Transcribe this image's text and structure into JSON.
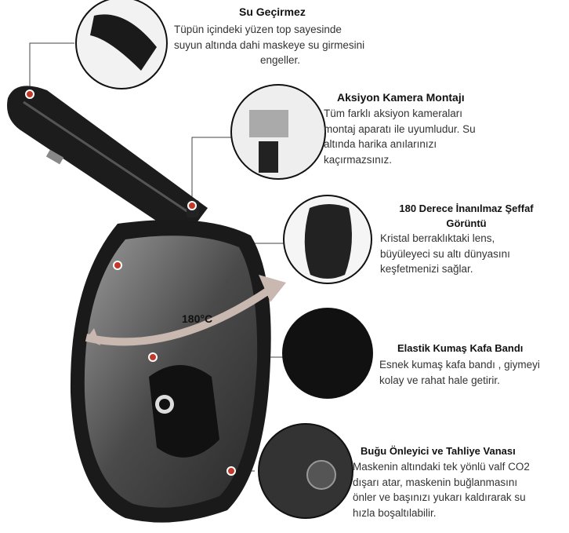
{
  "features": [
    {
      "title": "Su Geçirmez",
      "lines": [
        "Tüpün içindeki yüzen top sayesinde",
        "suyun altında dahi maskeye su girmesini",
        "engeller."
      ]
    },
    {
      "title": "Aksiyon Kamera Montajı",
      "lines": [
        "Tüm farklı aksiyon kameraları",
        "montaj aparatı ile uyumludur. Su",
        "altında harika anılarınızı",
        "kaçırmazsınız."
      ]
    },
    {
      "title_lines": [
        "180 Derece İnanılmaz Şeffaf",
        "Görüntü"
      ],
      "lines": [
        "Kristal berraklıktaki lens,",
        "büyüleyeci su altı dünyasını",
        "keşfetmenizi sağlar."
      ]
    },
    {
      "title": "Elastik Kumaş Kafa Bandı",
      "lines": [
        "Esnek kumaş kafa bandı , giymeyi",
        "kolay ve rahat hale getirir."
      ]
    },
    {
      "title": "Buğu Önleyici ve Tahliye Vanası",
      "lines": [
        "Maskenin altındaki tek yönlü valf CO2",
        "dışarı atar, maskenin buğlanmasını",
        "önler ve başınızı yukarı kaldırarak su",
        "hızla boşaltılabilir."
      ]
    }
  ],
  "angle_label": "180°C",
  "colors": {
    "marker": "#c0392b",
    "mask": "#1a1a1a",
    "arrow": "#c9b8b0"
  }
}
